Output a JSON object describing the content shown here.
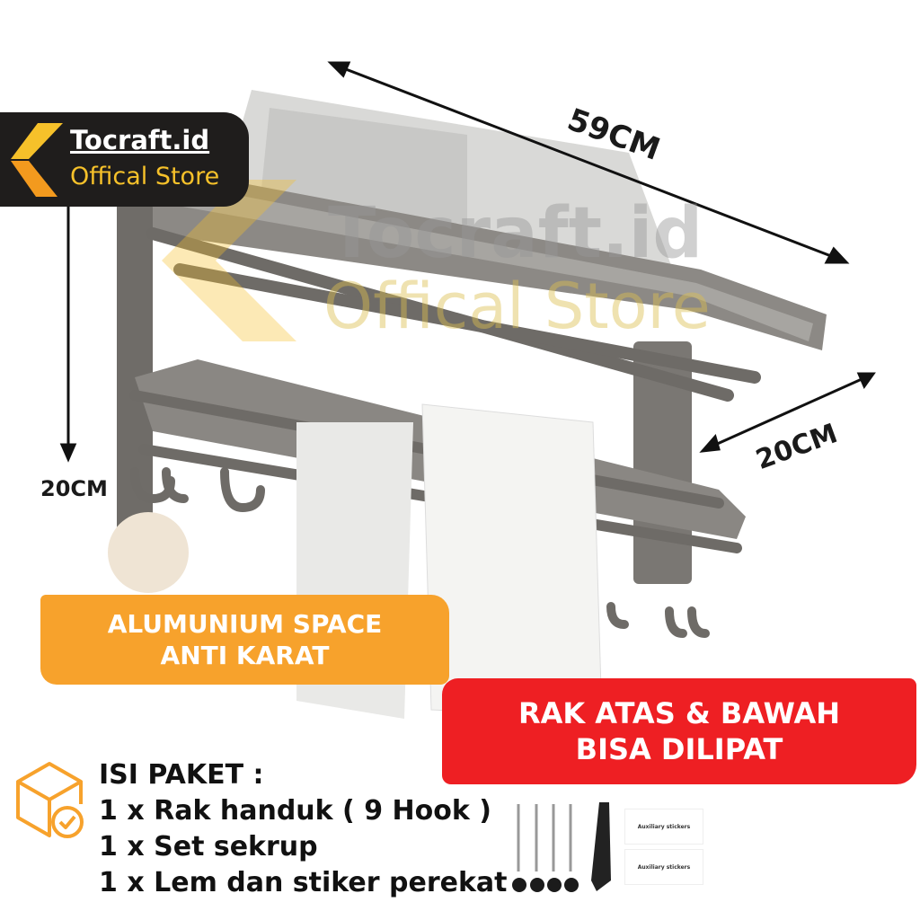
{
  "brand": {
    "name": "Tocraft.id",
    "subtitle": "Offical Store"
  },
  "watermark": {
    "line1": "Tocraft.id",
    "line2": "Offical Store"
  },
  "dimensions": {
    "width": "59CM",
    "depth": "20CM",
    "height": "20CM"
  },
  "banners": {
    "material_line1": "ALUMUNIUM SPACE",
    "material_line2": "ANTI KARAT",
    "feature_line1": "RAK ATAS & BAWAH",
    "feature_line2": "BISA DILIPAT"
  },
  "package": {
    "title": "ISI PAKET :",
    "items": [
      "1 x Rak handuk ( 9 Hook )",
      "1 x Set sekrup",
      "1 x Lem dan stiker perekat"
    ]
  },
  "accessories": {
    "sticker_label": "Auxiliary stickers"
  },
  "colors": {
    "orange": "#f7a22c",
    "red": "#ee1f23",
    "badge": "#1f1d1c",
    "logo_yellow": "#f6c12a"
  }
}
